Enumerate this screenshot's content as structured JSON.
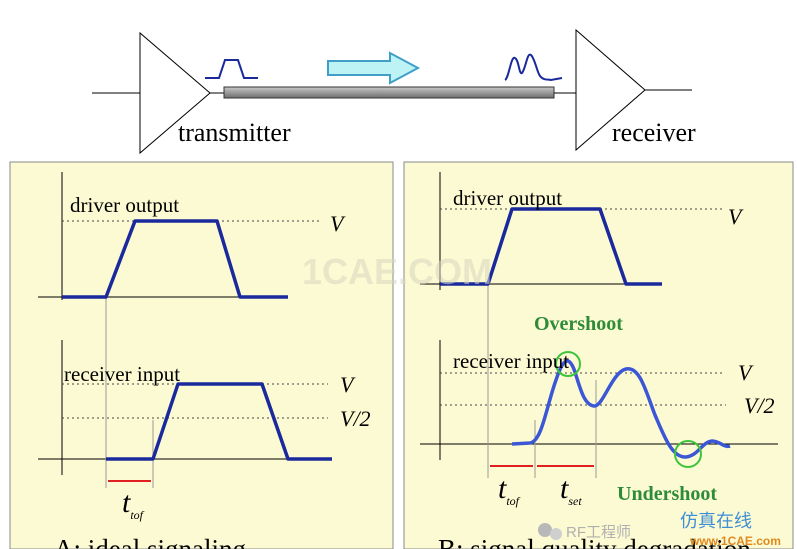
{
  "top": {
    "transmitter_label": "transmitter",
    "receiver_label": "receiver"
  },
  "panel_a": {
    "driver_label": "driver output",
    "receiver_label": "receiver input",
    "v_label": "V",
    "v2_label": "V/2",
    "t_main": "t",
    "t_sub": "tof",
    "caption": "A: ideal signaling"
  },
  "panel_b": {
    "driver_label": "driver output",
    "receiver_label": "receiver input",
    "v_label": "V",
    "v2_label": "V/2",
    "t1_main": "t",
    "t1_sub": "tof",
    "t2_main": "t",
    "t2_sub": "set",
    "overshoot_label": "Overshoot",
    "undershoot_label": "Undershoot",
    "caption": "B: signal quality degradation"
  },
  "watermarks": {
    "center": "1CAE.COM",
    "bottom_wechat": "RF工程师",
    "bottom_cn": "仿真在线",
    "bottom_url": "www.1CAE.com"
  },
  "colors": {
    "panel_bg": "#FCFAD2",
    "trace": "#1A2A9C",
    "marker": "#E02020",
    "annotation": "#2E8B3A",
    "arrow_fill": "#BDF3F5",
    "arrow_stroke": "#3F9FC9",
    "line_bar": "#909090"
  }
}
